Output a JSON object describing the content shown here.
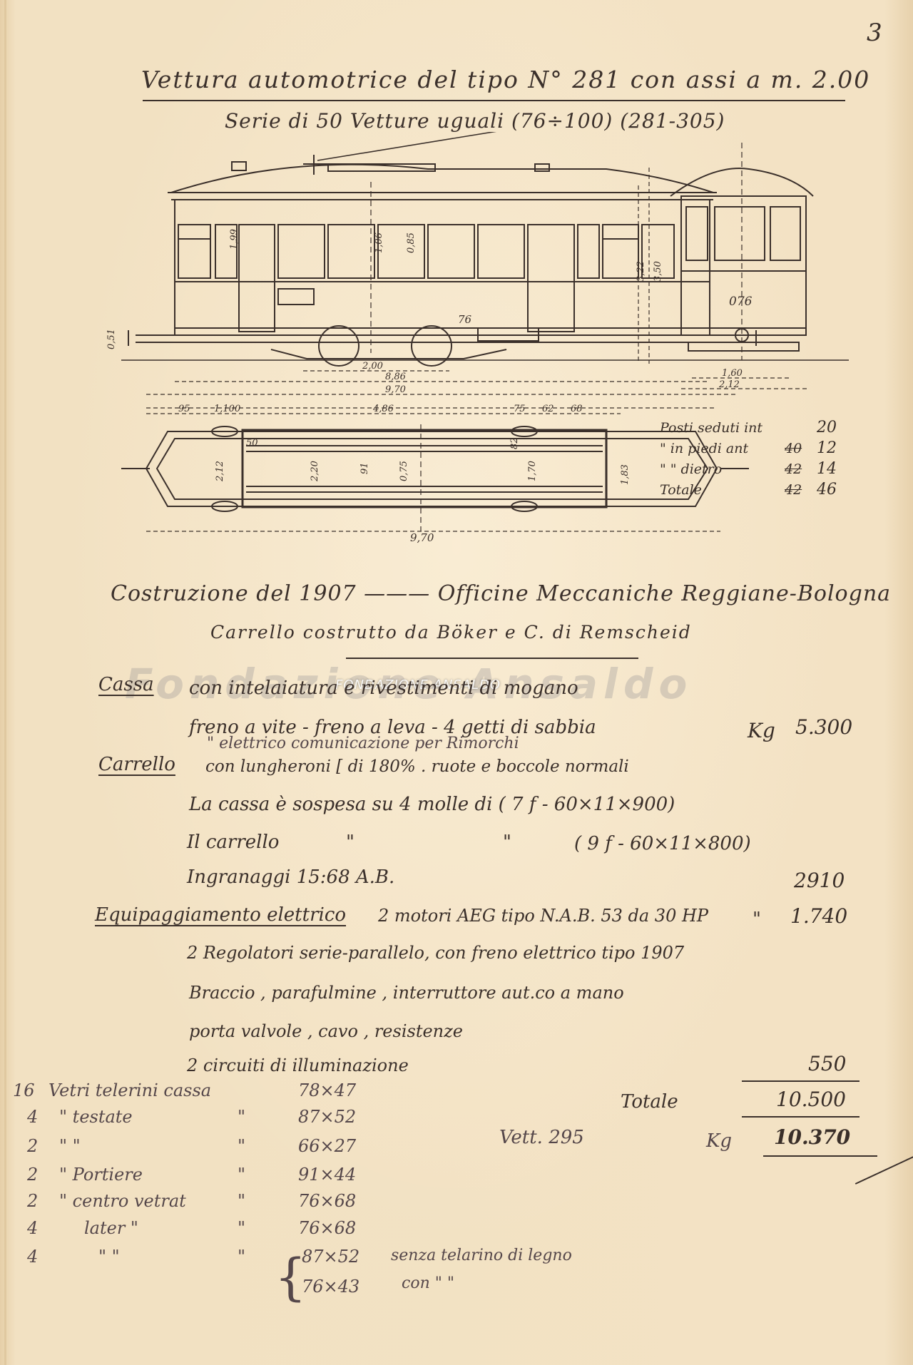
{
  "page_number": "3",
  "title": "Vettura automotrice del tipo N° 281 con assi a m. 2.00",
  "subtitle": "Serie di 50 Vetture uguali (76÷100) (281-305)",
  "drawing": {
    "side_dims": [
      "1,99",
      "1,06",
      "0,85",
      "2,00",
      "8,86",
      "9,70",
      "3,22",
      "3,50",
      "0,51"
    ],
    "car_number": "76",
    "end_number": "076",
    "end_dims": [
      "1,60",
      "2,12"
    ],
    "plan_dims": [
      "95",
      "1,100",
      "4,86",
      "75",
      "62",
      "68",
      "50",
      "2,12",
      "2,20",
      "91",
      "0,75",
      "82",
      "1,70",
      "9,70",
      "1,83"
    ]
  },
  "capacity": {
    "rows": [
      {
        "label": "Posti seduti int",
        "old": "",
        "value": "20"
      },
      {
        "label": "\" in piedi ant",
        "old": "40",
        "value": "12"
      },
      {
        "label": "\" \" dietro",
        "old": "42",
        "value": "14"
      },
      {
        "label": "Totale",
        "old": "42",
        "value": "46"
      }
    ]
  },
  "construction": "Costruzione del 1907 ——— Officine Meccaniche Reggiane-Bologna",
  "bogie_maker": "Carrello costrutto da Böker e C. di Remscheid",
  "watermark": "Fondazione Ansaldo",
  "watermark_small": "FONDAZIONE ANSALDO",
  "specs": {
    "cassa_label": "Cassa",
    "cassa_text": "con intelaiatura e rivestimenti di mogano",
    "freni": "freno a vite - freno a leva - 4 getti di sabbia",
    "freni_kg_label": "Kg",
    "freni_kg": "5.300",
    "elettrico_note": "\" elettrico comunicazione per Rimorchi",
    "carrello_label": "Carrello",
    "carrello_text": "con lungheroni [ di 180% . ruote e boccole normali",
    "cassa_molle": "La cassa è sospesa su 4 molle di ( 7 f - 60×11×900)",
    "carrello_molle_a": "Il carrello",
    "carrello_molle_b": "\"",
    "carrello_molle_c": "\"",
    "carrello_molle_d": "( 9 f - 60×11×800)",
    "ingranaggi": "Ingranaggi 15:68 A.B.",
    "ingranaggi_kg": "2910",
    "equip_label": "Equipaggiamento elettrico",
    "equip_text": "2 motori AEG tipo N.A.B. 53 da 30 HP",
    "equip_quote": "\"",
    "equip_kg": "1.740",
    "regolatori": "2 Regolatori serie-parallelo, con freno elettrico tipo 1907",
    "braccio": "Braccio , parafulmine , interruttore aut.co a mano",
    "porta": "porta valvole , cavo , resistenze",
    "circuiti": "2 circuiti di illuminazione",
    "circuiti_kg": "550",
    "totale_label": "Totale",
    "totale_kg": "10.500",
    "vett_note": "Vett. 295",
    "vett_kg_label": "Kg",
    "vett_kg": "10.370"
  },
  "glass_list": [
    {
      "qty": "16",
      "desc": "Vetri telerini cassa",
      "ditto": "",
      "size": "78×47"
    },
    {
      "qty": "4",
      "desc": "\" testate",
      "ditto": "\"",
      "size": "87×52"
    },
    {
      "qty": "2",
      "desc": "\" \"",
      "ditto": "\"",
      "size": "66×27"
    },
    {
      "qty": "2",
      "desc": "\" Portiere",
      "ditto": "\"",
      "size": "91×44"
    },
    {
      "qty": "2",
      "desc": "\" centro vetrat",
      "ditto": "\"",
      "size": "76×68"
    },
    {
      "qty": "4",
      "desc": "later \"",
      "ditto": "\"",
      "size": "76×68"
    },
    {
      "qty": "4",
      "desc": "\" \"",
      "ditto": "\"",
      "size": "87×52"
    }
  ],
  "glass_extra": {
    "size2": "76×43",
    "note1": "senza telarino di legno",
    "note2": "con \" \""
  }
}
